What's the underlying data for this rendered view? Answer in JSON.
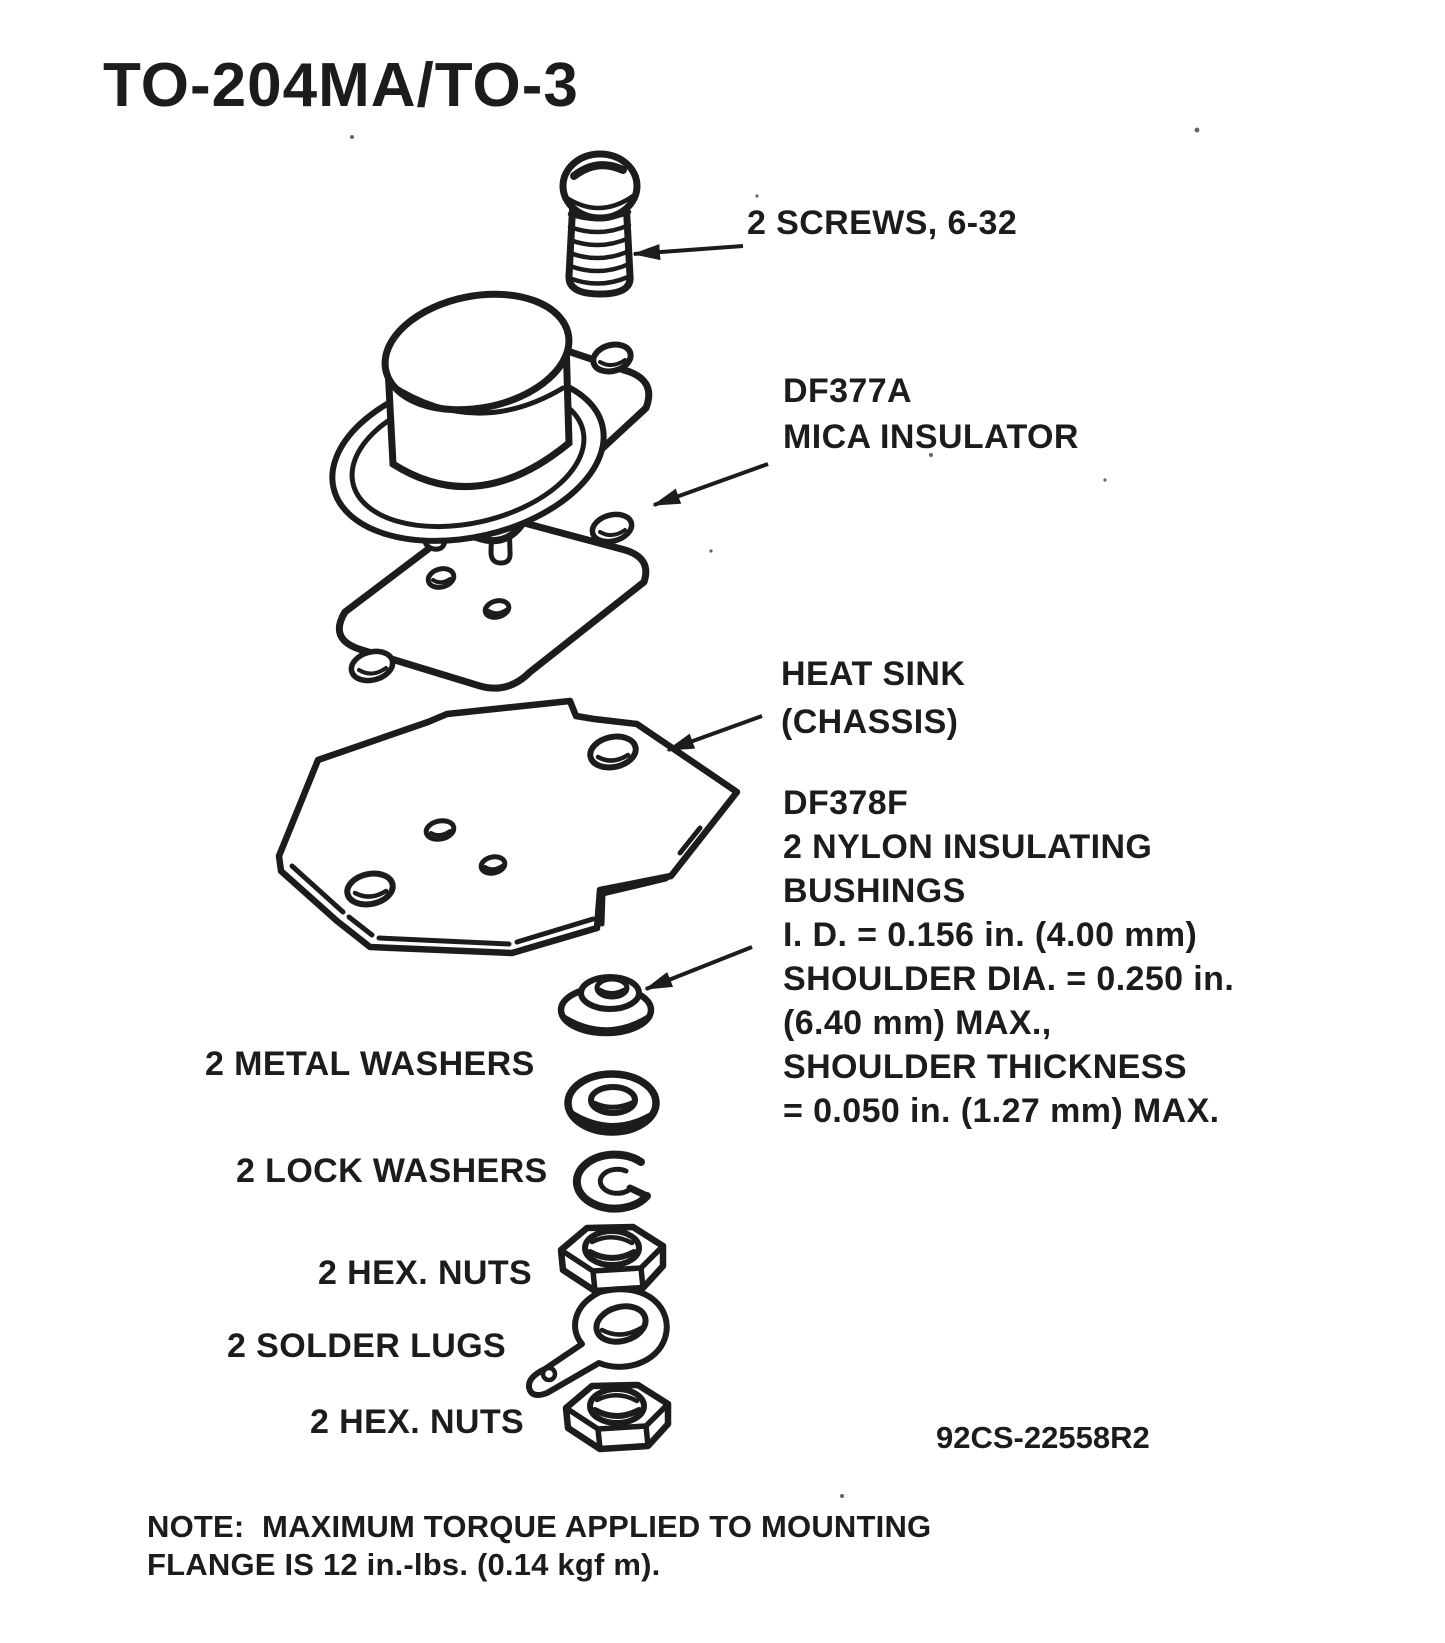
{
  "page": {
    "title": "TO-204MA/TO-3",
    "figure_number": "92CS-22558R2"
  },
  "callouts": {
    "screws": "2 SCREWS, 6-32",
    "mica": {
      "part": "DF377A",
      "name": "MICA INSULATOR"
    },
    "heatsink": {
      "line1": "HEAT SINK",
      "line2": "(CHASSIS)"
    },
    "bushings": {
      "lines": [
        "DF378F",
        "2 NYLON INSULATING",
        "BUSHINGS",
        "I. D. = 0.156 in. (4.00 mm)",
        "SHOULDER DIA. = 0.250 in.",
        "(6.40 mm) MAX.,",
        "SHOULDER THICKNESS",
        "= 0.050 in. (1.27 mm) MAX."
      ]
    },
    "metal_washers": "2 METAL WASHERS",
    "lock_washers": "2 LOCK WASHERS",
    "hex_nuts_upper": "2 HEX. NUTS",
    "solder_lugs": "2 SOLDER LUGS",
    "hex_nuts_lower": "2 HEX. NUTS"
  },
  "note": {
    "line1": "NOTE:  MAXIMUM TORQUE APPLIED TO MOUNTING",
    "line2": "FLANGE IS 12 in.-lbs. (0.14 kgf m)."
  },
  "colors": {
    "ink": "#1c1c1c",
    "paper": "#ffffff"
  }
}
